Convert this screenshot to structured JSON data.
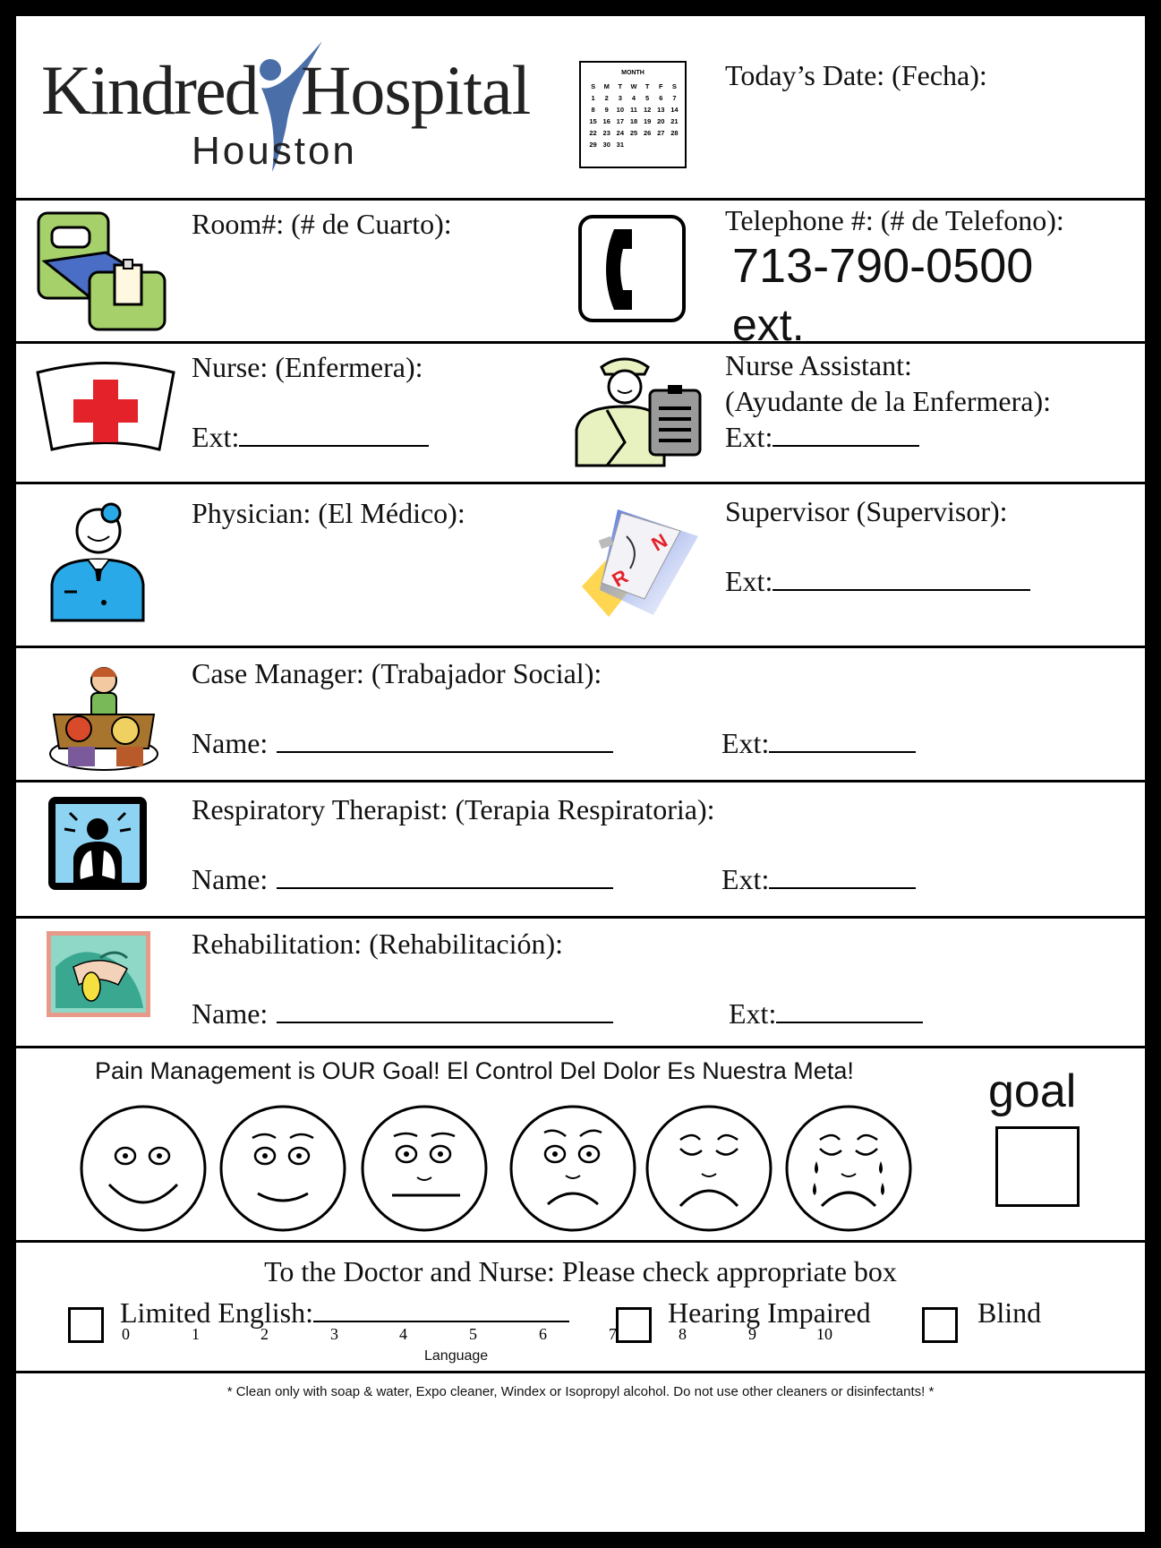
{
  "header": {
    "logo_word1": "Kindred",
    "logo_word2": "Hospital",
    "logo_city": "Houston",
    "calendar": {
      "month_label": "MONTH",
      "days": [
        "S",
        "M",
        "T",
        "W",
        "T",
        "F",
        "S"
      ],
      "weeks": [
        [
          "1",
          "2",
          "3",
          "4",
          "5",
          "6",
          "7"
        ],
        [
          "8",
          "9",
          "10",
          "11",
          "12",
          "13",
          "14"
        ],
        [
          "15",
          "16",
          "17",
          "18",
          "19",
          "20",
          "21"
        ],
        [
          "22",
          "23",
          "24",
          "25",
          "26",
          "27",
          "28"
        ],
        [
          "29",
          "30",
          "31",
          "",
          "",
          "",
          ""
        ]
      ]
    },
    "date_label": "Today’s Date: (Fecha):"
  },
  "room": {
    "label": "Room#: (# de Cuarto):"
  },
  "telephone": {
    "label": "Telephone #: (# de Telefono):",
    "number": "713-790-0500",
    "ext": "ext."
  },
  "nurse": {
    "label": "Nurse: (Enfermera):",
    "ext_label": "Ext:"
  },
  "nurse_assistant": {
    "label1": "Nurse Assistant:",
    "label2": "(Ayudante de la Enfermera):",
    "ext_label": "Ext:"
  },
  "physician": {
    "label": "Physician: (El Médico):"
  },
  "supervisor": {
    "label": "Supervisor (Supervisor):",
    "ext_label": "Ext:",
    "badge_r": "R",
    "badge_n": "N"
  },
  "case_manager": {
    "label": "Case Manager: (Trabajador Social):",
    "name_label": "Name:",
    "ext_label": "Ext:"
  },
  "respiratory": {
    "label": "Respiratory Therapist: (Terapia Respiratoria):",
    "name_label": "Name:",
    "ext_label": "Ext:"
  },
  "rehab": {
    "label": "Rehabilitation: (Rehabilitación):",
    "name_label": "Name:",
    "ext_label": "Ext:"
  },
  "pain": {
    "title": "Pain Management is OUR Goal!  El Control Del Dolor Es Nuestra Meta!",
    "goal_label": "goal",
    "scale": [
      "0",
      "1",
      "2",
      "3",
      "4",
      "5",
      "6",
      "7",
      "8",
      "9",
      "10"
    ]
  },
  "checks": {
    "title": "To the Doctor and Nurse: Please check appropriate box",
    "limited_english": "Limited English:",
    "language_label": "Language",
    "hearing": "Hearing Impaired",
    "blind": "Blind"
  },
  "footer": {
    "note": "* Clean only with soap & water, Expo cleaner, Windex or Isopropyl alcohol.  Do not use other cleaners or disinfectants! *"
  },
  "colors": {
    "logo_blue": "#4a6ea8",
    "cross_red": "#e4222a",
    "scrub_blue": "#2aa9e8",
    "bed_green": "#a6d16a",
    "rt_blue": "#8fd3f2"
  }
}
